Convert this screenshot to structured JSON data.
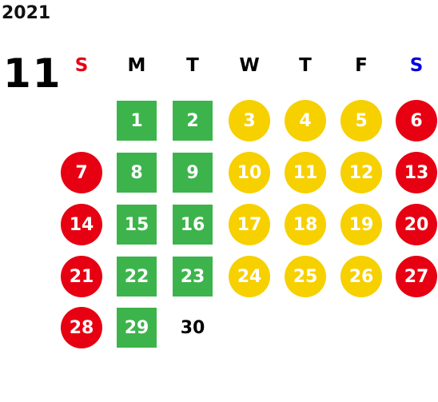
{
  "year": "2021",
  "month": "11",
  "weekdays": [
    {
      "label": "S",
      "color": "#e60012"
    },
    {
      "label": "M",
      "color": "#000000"
    },
    {
      "label": "T",
      "color": "#000000"
    },
    {
      "label": "W",
      "color": "#000000"
    },
    {
      "label": "T",
      "color": "#000000"
    },
    {
      "label": "F",
      "color": "#000000"
    },
    {
      "label": "S",
      "color": "#0000e0"
    }
  ],
  "colors": {
    "holiday": "#e60012",
    "green": "#3cb44b",
    "yellow": "#f7d000",
    "plain": "#000000"
  },
  "weeks": [
    [
      null,
      {
        "d": "1",
        "t": "green"
      },
      {
        "d": "2",
        "t": "green"
      },
      {
        "d": "3",
        "t": "yellow"
      },
      {
        "d": "4",
        "t": "yellow"
      },
      {
        "d": "5",
        "t": "yellow"
      },
      {
        "d": "6",
        "t": "holiday"
      }
    ],
    [
      {
        "d": "7",
        "t": "holiday"
      },
      {
        "d": "8",
        "t": "green"
      },
      {
        "d": "9",
        "t": "green"
      },
      {
        "d": "10",
        "t": "yellow"
      },
      {
        "d": "11",
        "t": "yellow"
      },
      {
        "d": "12",
        "t": "yellow"
      },
      {
        "d": "13",
        "t": "holiday"
      }
    ],
    [
      {
        "d": "14",
        "t": "holiday"
      },
      {
        "d": "15",
        "t": "green"
      },
      {
        "d": "16",
        "t": "green"
      },
      {
        "d": "17",
        "t": "yellow"
      },
      {
        "d": "18",
        "t": "yellow"
      },
      {
        "d": "19",
        "t": "yellow"
      },
      {
        "d": "20",
        "t": "holiday"
      }
    ],
    [
      {
        "d": "21",
        "t": "holiday"
      },
      {
        "d": "22",
        "t": "green"
      },
      {
        "d": "23",
        "t": "green"
      },
      {
        "d": "24",
        "t": "yellow"
      },
      {
        "d": "25",
        "t": "yellow"
      },
      {
        "d": "26",
        "t": "yellow"
      },
      {
        "d": "27",
        "t": "holiday"
      }
    ],
    [
      {
        "d": "28",
        "t": "holiday"
      },
      {
        "d": "29",
        "t": "green"
      },
      {
        "d": "30",
        "t": "plain"
      },
      null,
      null,
      null,
      null
    ]
  ]
}
